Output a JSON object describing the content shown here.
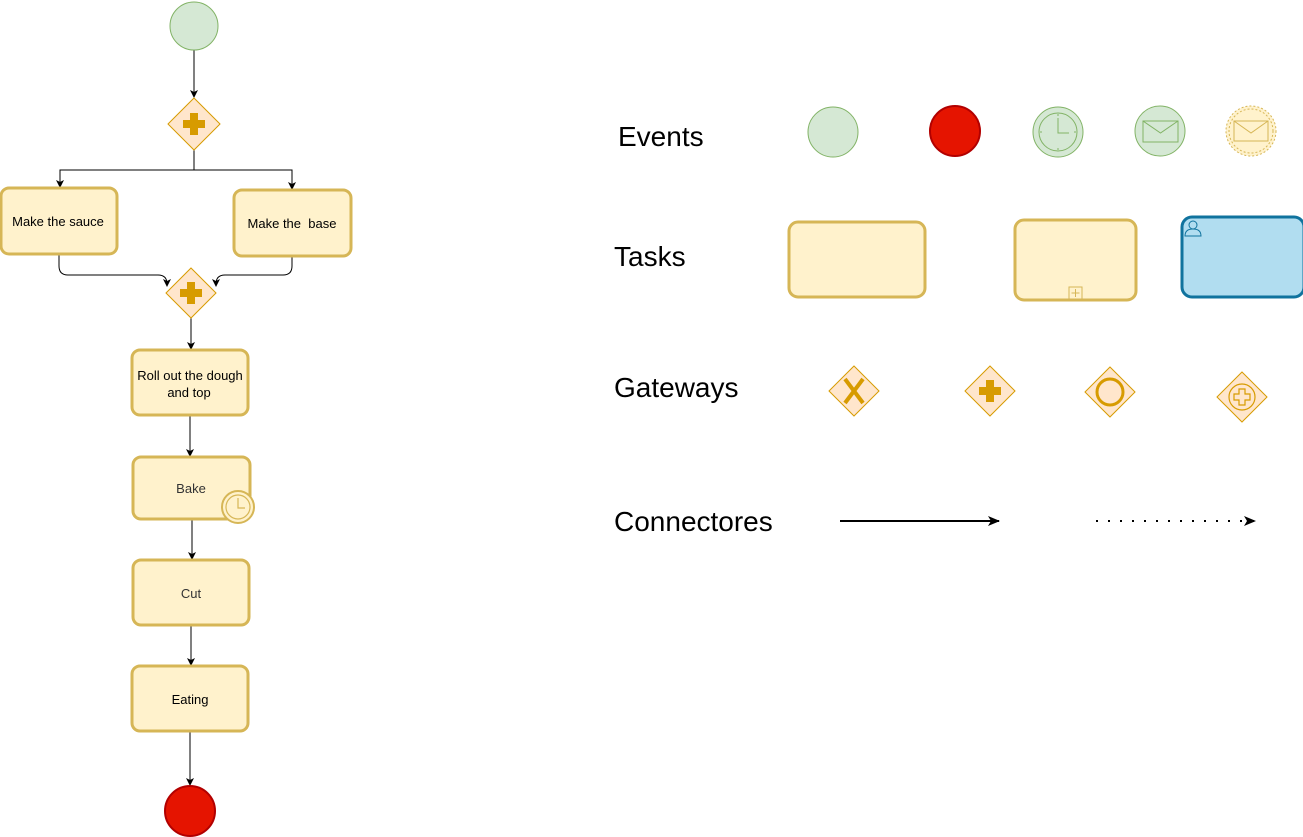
{
  "flow": {
    "tasks": {
      "make_sauce": "Make the sauce",
      "make_base": "Make the  base",
      "roll_out_line1": "Roll out the dough",
      "roll_out_line2": "and top",
      "bake": "Bake",
      "cut": "Cut",
      "eating": "Eating"
    },
    "gateway_type": "parallel",
    "timer_on": "Bake"
  },
  "legend": {
    "events_label": "Events",
    "tasks_label": "Tasks",
    "gateways_label": "Gateways",
    "connectors_label": "Connectores",
    "events": [
      "start-event",
      "end-event",
      "timer-event",
      "message-event",
      "message-event-dashed"
    ],
    "tasks": [
      "task",
      "subprocess-task",
      "user-task"
    ],
    "gateways": [
      "exclusive-gateway",
      "parallel-gateway",
      "inclusive-gateway",
      "complex-gateway"
    ],
    "connectors": [
      "sequence-flow",
      "message-flow"
    ]
  },
  "colors": {
    "start_fill": "#d5e8d4",
    "start_stroke": "#82b366",
    "end_fill": "#e51400",
    "end_stroke": "#b20000",
    "task_fill": "#fff2cc",
    "task_stroke": "#d6b656",
    "gateway_fill": "#ffe6cc",
    "gateway_stroke": "#d79b00",
    "user_task_fill": "#b1ddf0",
    "user_task_stroke": "#10739e"
  }
}
